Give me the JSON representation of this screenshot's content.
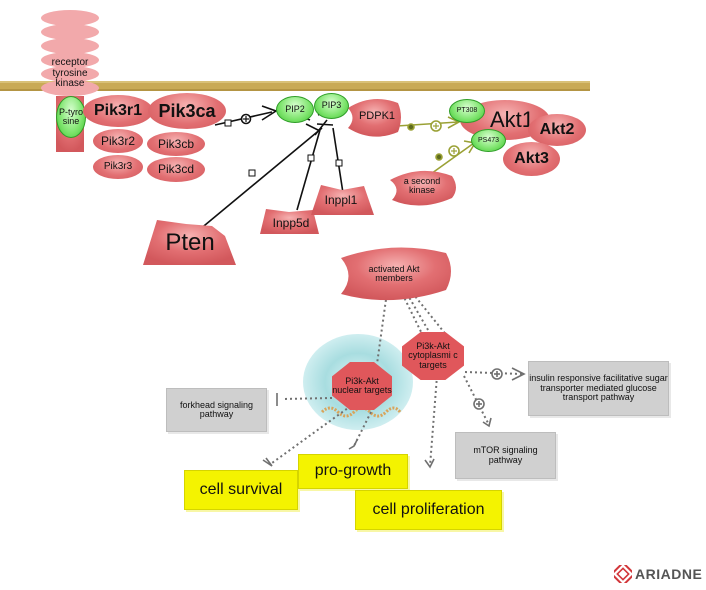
{
  "diagram": {
    "nodes": {
      "receptor": "receptor tyrosine kinase",
      "p_tyrosine": "P-tyro sine",
      "pik3r1": "Pik3r1",
      "pik3ca": "Pik3ca",
      "pik3r2": "Pik3r2",
      "pik3cb": "Pik3cb",
      "pik3r3": "Pik3r3",
      "pik3cd": "Pik3cd",
      "pip2": "PIP2",
      "pip3": "PIP3",
      "pdpk1": "PDPK1",
      "pt308": "PT308",
      "ps473": "PS473",
      "akt1": "Akt1",
      "akt2": "Akt2",
      "akt3": "Akt3",
      "second_kinase": "a second kinase",
      "pten": "Pten",
      "inpp5d": "Inpp5d",
      "inppl1": "Inppl1",
      "activated_akt": "activated Akt members",
      "nuclear_targets": "Pi3k-Akt nuclear targets",
      "cytoplasmic_targets": "Pi3k-Akt cytoplasmi c targets",
      "forkhead": "forkhead signaling pathway",
      "insulin_pathway": "insulin responsive facilitative sugar transporter mediated glucose transport pathway",
      "mtor": "mTOR signaling pathway",
      "cell_survival": "cell survival",
      "pro_growth": "pro-growth",
      "cell_proliferation": "cell proliferation"
    },
    "colors": {
      "membrane": "#c9aa56",
      "protein": "#e26f72",
      "protein_light": "#f2a9ab",
      "phospho": "#7be36a",
      "process_box": "#d0d0d0",
      "outcome_box": "#f4f300",
      "octagon": "#e0575b",
      "nucleus": "#a8dde0",
      "logo": "#d2363a"
    }
  },
  "logo": {
    "text": "ARIADNE"
  }
}
